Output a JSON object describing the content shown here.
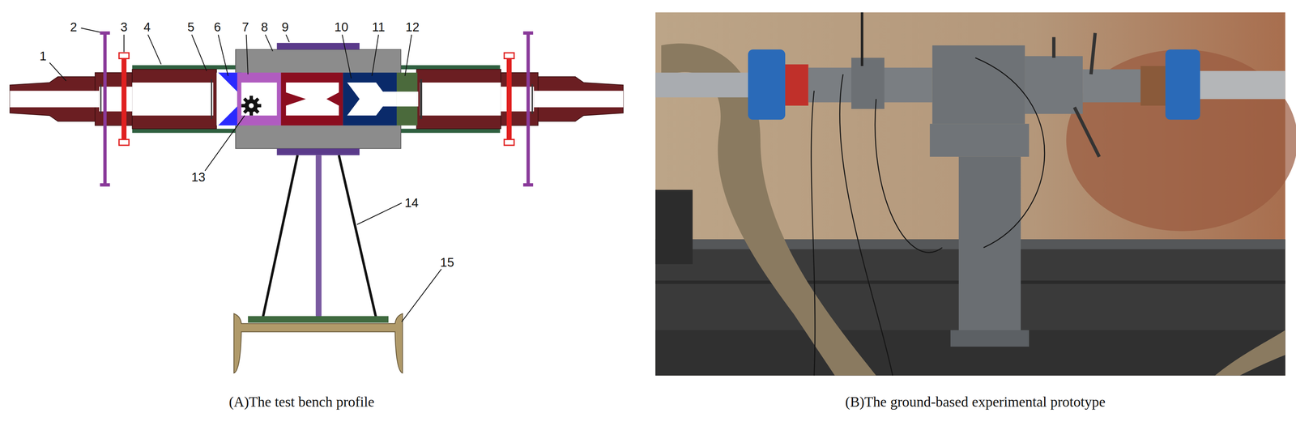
{
  "diagram": {
    "labels": [
      "1",
      "2",
      "3",
      "4",
      "5",
      "6",
      "7",
      "8",
      "9",
      "10",
      "11",
      "12",
      "13",
      "14",
      "15",
      "(A)The test bench profile",
      "(B)The ground-based experimental prototype"
    ]
  }
}
